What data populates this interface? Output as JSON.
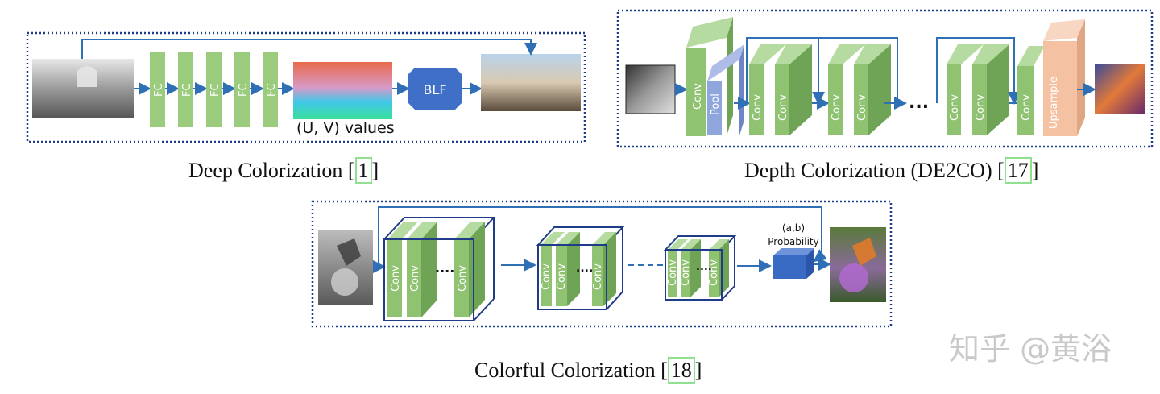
{
  "deep": {
    "fc_labels": [
      "FC",
      "FC",
      "FC",
      "FC",
      "FC"
    ],
    "uv_label": "(U, V) values",
    "blf_label": "BLF",
    "caption_text": "Deep Colorization ",
    "caption_ref": "1"
  },
  "depth": {
    "conv_label": "Conv",
    "pool_label": "Pool",
    "upsample_label": "Upsample",
    "ellipsis": "...",
    "caption_text": "Depth Colorization (DE2CO) ",
    "caption_ref": "17"
  },
  "colorful": {
    "conv_label": "Conv",
    "ellipsis": "....",
    "prob_line1": "(a,b)",
    "prob_line2": "Probability",
    "caption_text": "Colorful Colorization ",
    "caption_ref": "18"
  },
  "watermark": "知乎 @黄浴",
  "colors": {
    "box_border": "#1f3c88",
    "arrow": "#2e6fb5",
    "fc_green": "#9bcc7d",
    "conv_green": "#8fc271",
    "pool_blue": "#8ea6dc",
    "upsample_peach": "#f4c2a3",
    "blf_blue": "#3f6fc6",
    "prob_blue": "#3a6bc4"
  }
}
